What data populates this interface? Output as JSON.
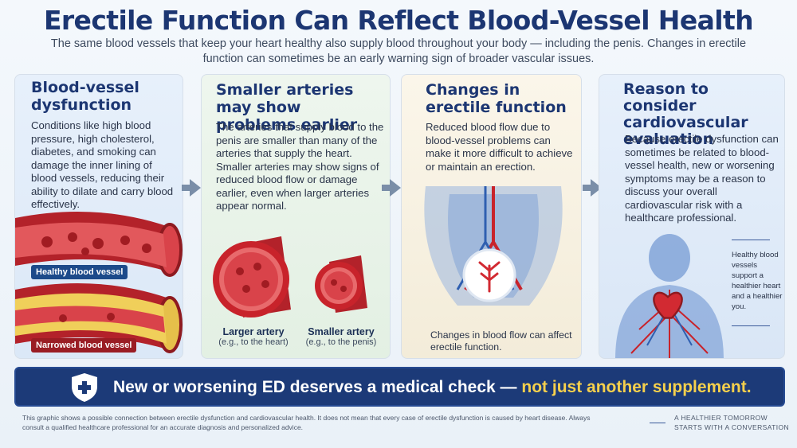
{
  "title": "Erectile Function Can Reflect Blood-Vessel Health",
  "subtitle": "The same blood vessels that keep your heart healthy also supply blood throughout your body — including the penis. Changes in erectile function can sometimes be an early warning sign of broader vascular issues.",
  "panels": [
    {
      "heading": "Blood-vessel dysfunction",
      "body": "Conditions like high blood pressure, high cholesterol, diabetes, and smoking can damage the inner lining of blood vessels, reducing their ability to dilate and carry blood effectively.",
      "tag_healthy": "Healthy blood vessel",
      "tag_narrowed": "Narrowed blood vessel"
    },
    {
      "heading": "Smaller arteries may show problems earlier",
      "body": "The arteries that supply blood to the penis are smaller than many of the arteries that supply the heart. Smaller arteries may show signs of reduced blood flow or damage earlier, even when larger arteries appear normal.",
      "large_label": "Larger artery",
      "large_sub": "(e.g., to the heart)",
      "small_label": "Smaller artery",
      "small_sub": "(e.g., to the penis)"
    },
    {
      "heading": "Changes in erectile function",
      "body": "Reduced blood flow due to blood-vessel problems can make it more difficult to achieve or maintain an erection.",
      "caption": "Changes in blood flow can affect erectile function."
    },
    {
      "heading": "Reason to consider cardiovascular evaluation",
      "body": "Because erectile dysfunction can sometimes be related to blood-vessel health, new or worsening symptoms may be a reason to discuss your overall cardiovascular risk with a healthcare professional.",
      "callout": "Healthy blood vessels support a healthier heart and a healthier you."
    }
  ],
  "banner": {
    "main": "New or worsening ED deserves a medical check — ",
    "accent": "not just another supplement."
  },
  "footer": {
    "disclaimer": "This graphic shows a possible connection between erectile dysfunction and cardiovascular health. It does not mean that every case of erectile dysfunction is caused by heart disease. Always consult a qualified healthcare professional for an accurate diagnosis and personalized advice.",
    "tagline": "A HEALTHIER TOMORROW STARTS WITH A CONVERSATION"
  },
  "colors": {
    "title": "#1c3672",
    "banner_bg": "#1c3a78",
    "banner_accent": "#f6d04c",
    "vessel_red": "#c8232b"
  },
  "icons": [
    "right-arrow-icon",
    "shield-plus-icon"
  ]
}
